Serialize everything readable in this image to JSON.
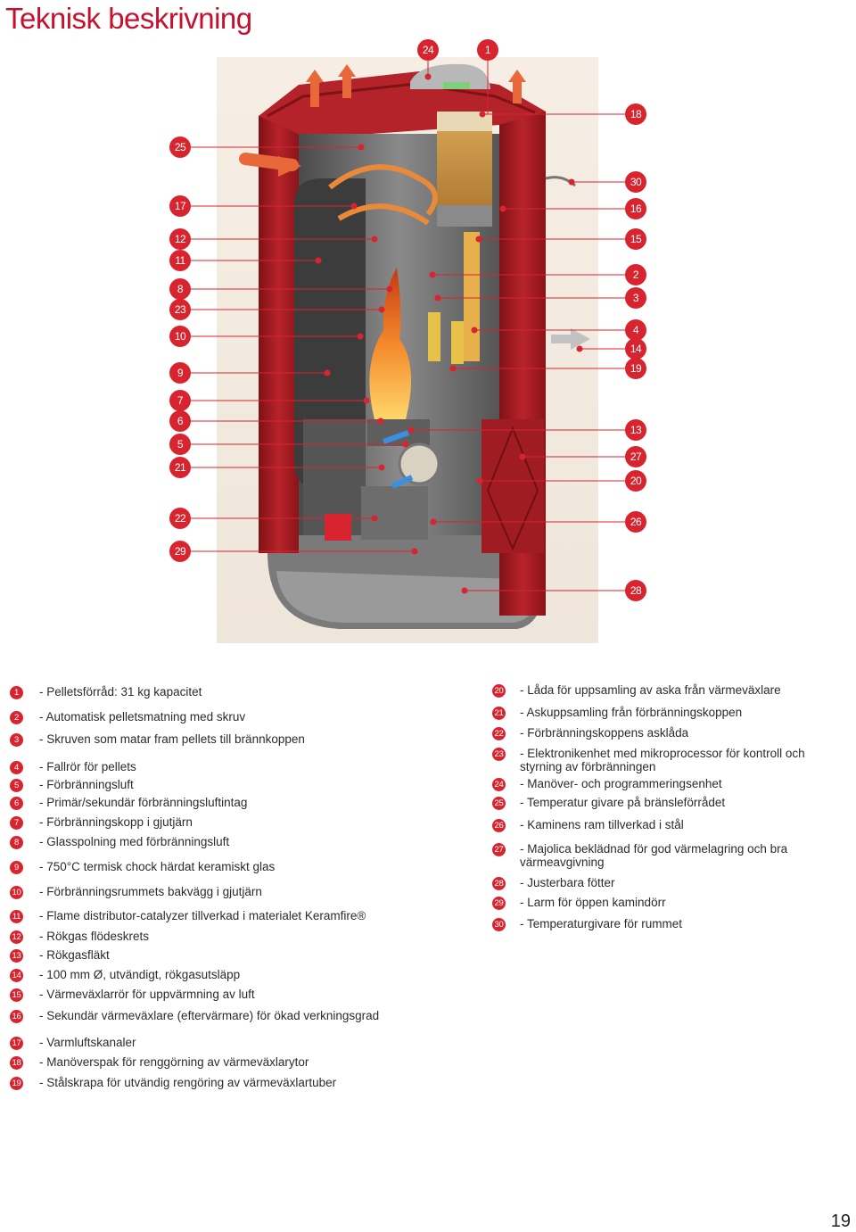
{
  "page": {
    "title": "Teknisk beskrivning",
    "page_number": "19",
    "colors": {
      "accent": "#c8102e",
      "badge": "#d8242f",
      "stove_red": "#a81c22",
      "body_grey": "#6a6a6a"
    }
  },
  "diagram": {
    "callouts_left": [
      "25",
      "17",
      "12",
      "11",
      "8",
      "23",
      "10",
      "9",
      "7",
      "6",
      "5",
      "21",
      "22",
      "29"
    ],
    "callouts_right": [
      "18",
      "30",
      "16",
      "15",
      "2",
      "3",
      "4",
      "14",
      "19",
      "13",
      "27",
      "20",
      "26",
      "28"
    ],
    "callouts_top": [
      "24",
      "1"
    ]
  },
  "legend": {
    "left": [
      {
        "n": "1",
        "text": "- Pelletsförråd: 31 kg kapacitet"
      },
      {
        "n": "2",
        "text": "- Automatisk pelletsmatning med skruv"
      },
      {
        "n": "3",
        "text": "- Skruven som matar fram pellets till brännkoppen"
      },
      {
        "n": "4",
        "text": "- Fallrör för pellets"
      },
      {
        "n": "5",
        "text": "- Förbränningsluft"
      },
      {
        "n": "6",
        "text": "- Primär/sekundär förbränningsluftintag"
      },
      {
        "n": "7",
        "text": "- Förbränningskopp i gjutjärn"
      },
      {
        "n": "8",
        "text": "- Glasspolning med förbränningsluft"
      },
      {
        "n": "9",
        "text": "- 750°C termisk chock härdat keramiskt glas"
      },
      {
        "n": "10",
        "text": "- Förbränningsrummets bakvägg i gjutjärn"
      },
      {
        "n": "11",
        "text": "- Flame distributor-catalyzer tillverkad i materialet Keramfire®"
      },
      {
        "n": "12",
        "text": "- Rökgas flödeskrets"
      },
      {
        "n": "13",
        "text": "- Rökgasfläkt"
      },
      {
        "n": "14",
        "text": "- 100 mm Ø, utvändigt, rökgasutsläpp"
      },
      {
        "n": "15",
        "text": "- Värmeväxlarrör för uppvärmning av luft"
      },
      {
        "n": "16",
        "text": "- Sekundär värmeväxlare (eftervärmare) för ökad verkningsgrad"
      },
      {
        "n": "17",
        "text": "- Varmluftskanaler"
      },
      {
        "n": "18",
        "text": "- Manöverspak för renggörning av värmeväxlarytor"
      },
      {
        "n": "19",
        "text": "- Stålskrapa för utvändig rengöring av värmeväxlartuber"
      }
    ],
    "right": [
      {
        "n": "20",
        "text": "- Låda för uppsamling av aska från värmeväxlare"
      },
      {
        "n": "21",
        "text": "- Askuppsamling från förbränningskoppen"
      },
      {
        "n": "22",
        "text": "- Förbränningskoppens asklåda"
      },
      {
        "n": "23",
        "text": "- Elektronikenhet med mikroprocessor för kontroll och\nstyrning av förbränningen"
      },
      {
        "n": "24",
        "text": "- Manöver- och programmeringsenhet"
      },
      {
        "n": "25",
        "text": "- Temperatur givare på bränsleförrådet"
      },
      {
        "n": "26",
        "text": "- Kaminens ram tillverkad i stål"
      },
      {
        "n": "27",
        "text": "- Majolica beklädnad för god värmelagring och bra\nvärmeavgivning"
      },
      {
        "n": "28",
        "text": "- Justerbara fötter"
      },
      {
        "n": "29",
        "text": "- Larm för öppen kamindörr"
      },
      {
        "n": "30",
        "text": "- Temperaturgivare för rummet"
      }
    ]
  }
}
